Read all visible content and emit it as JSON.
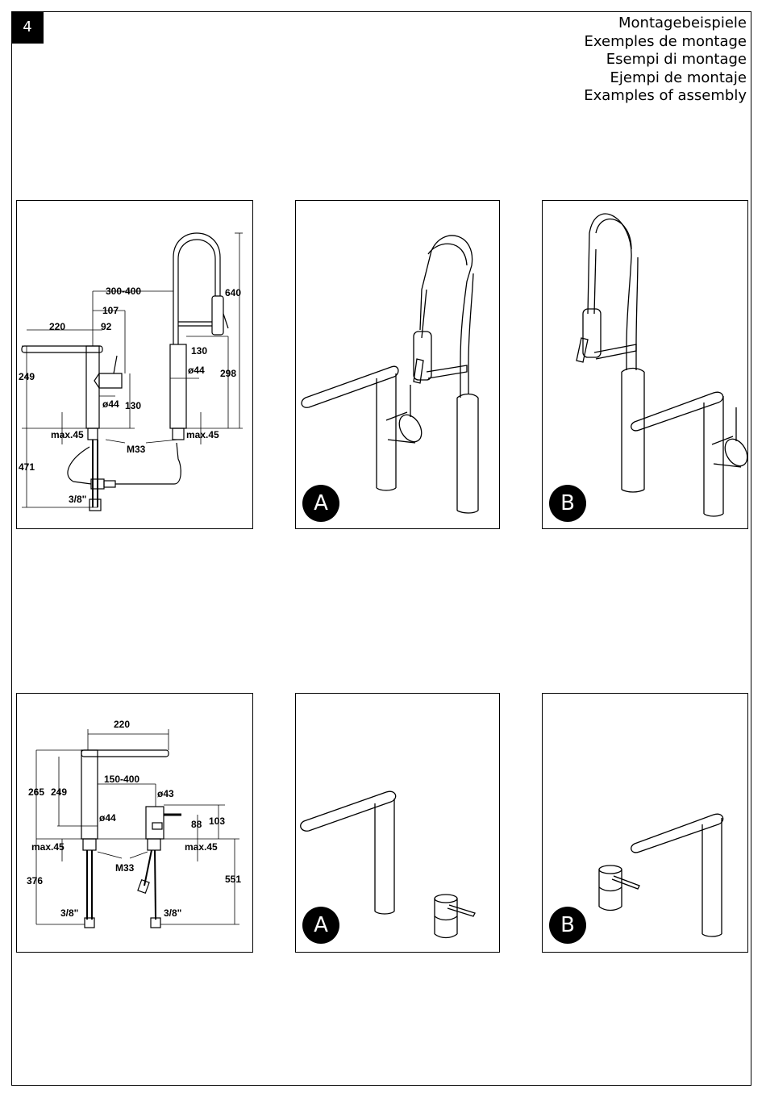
{
  "page": {
    "number": "4",
    "titles": [
      "Montagebeispiele",
      "Exemples de montage",
      "Esempi di montage",
      "Ejempi de montaje",
      "Examples of assembly"
    ]
  },
  "diagram_top": {
    "dims": {
      "d640": "640",
      "d300_400": "300-400",
      "d107": "107",
      "d220": "220",
      "d92": "92",
      "d130a": "130",
      "d298": "298",
      "d249": "249",
      "o44a": "ø44",
      "o44b": "ø44",
      "d130b": "130",
      "max45a": "max.45",
      "max45b": "max.45",
      "m33": "M33",
      "d471": "471",
      "d38": "3/8\""
    }
  },
  "diagram_bottom": {
    "dims": {
      "d220": "220",
      "d265": "265",
      "d249": "249",
      "d150_400": "150-400",
      "o43": "ø43",
      "o44": "ø44",
      "d88": "88",
      "d103": "103",
      "max45a": "max.45",
      "max45b": "max.45",
      "m33": "M33",
      "d376": "376",
      "d551": "551",
      "d38a": "3/8\"",
      "d38b": "3/8\""
    }
  },
  "badges": {
    "a": "A",
    "b": "B"
  }
}
